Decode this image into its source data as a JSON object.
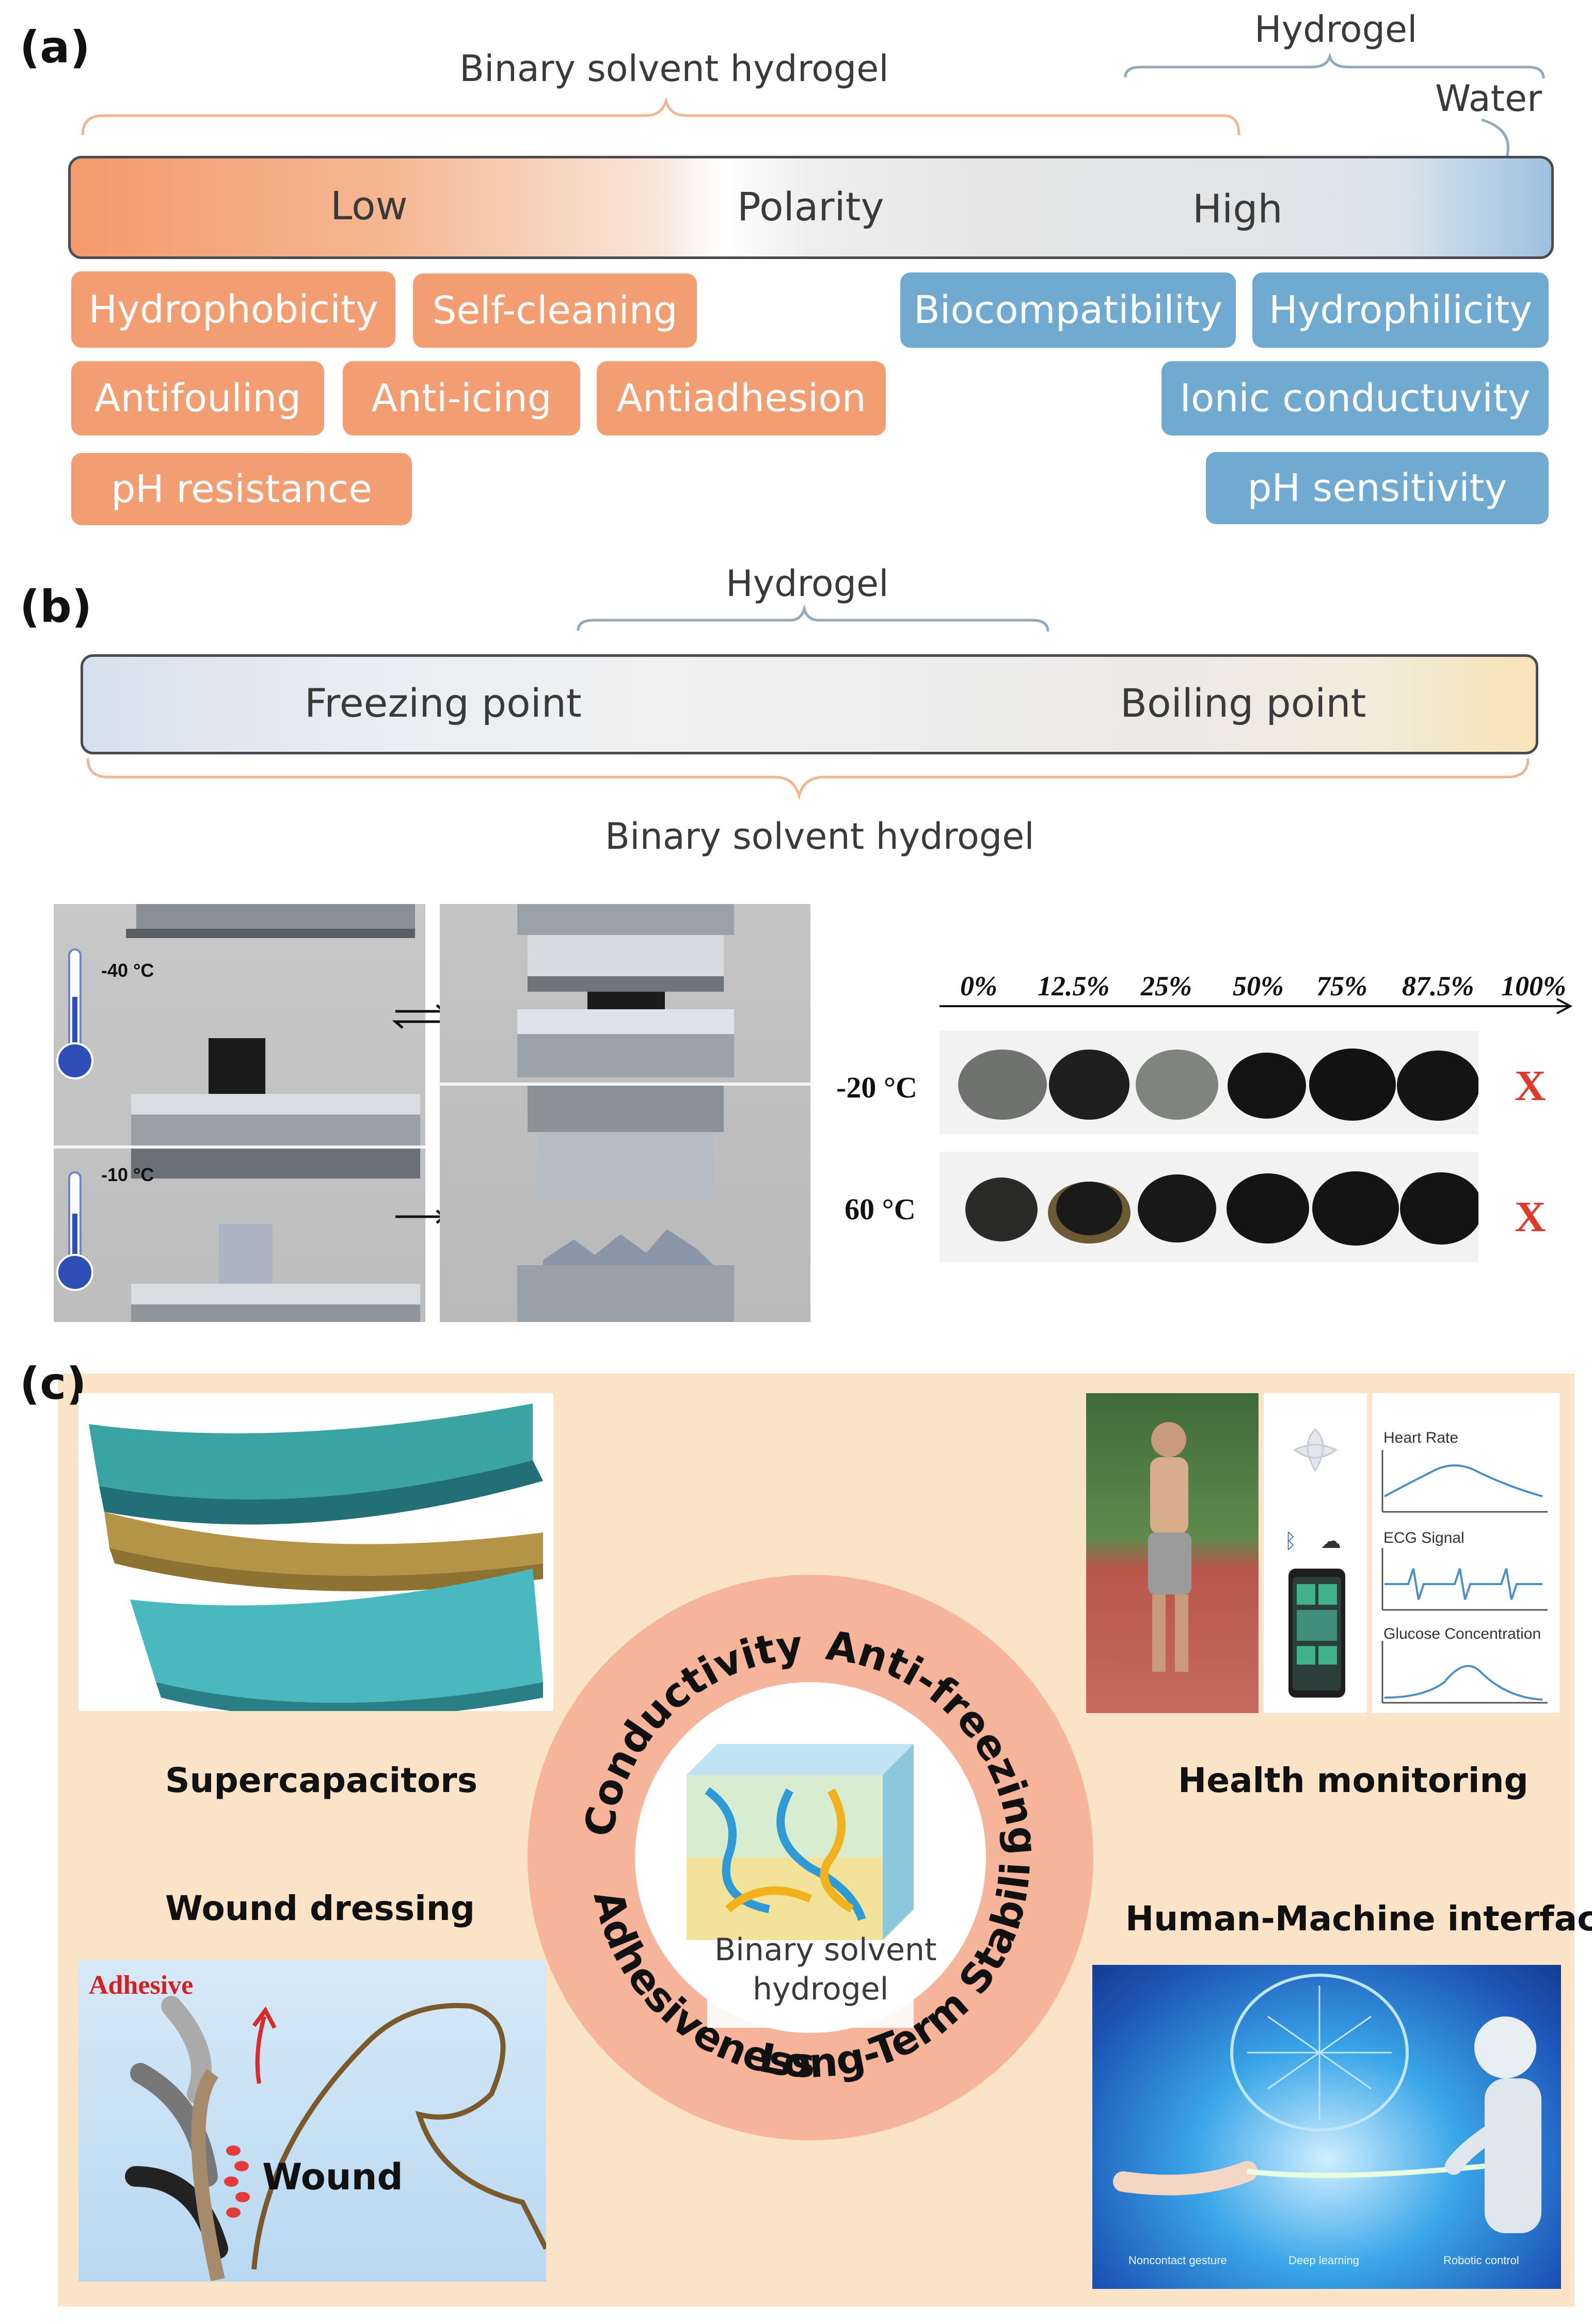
{
  "panel_a": {
    "label": "(a)",
    "binary_bracket_label": "Binary solvent hydrogel",
    "hydrogel_bracket_label": "Hydrogel",
    "water_label": "Water",
    "bar": {
      "low": "Low",
      "middle": "Polarity",
      "high": "High"
    },
    "low_polarity_properties": [
      "Hydrophobicity",
      "Self-cleaning",
      "Antifouling",
      "Anti-icing",
      "Antiadhesion",
      "pH resistance"
    ],
    "high_polarity_properties": [
      "Biocompatibility",
      "Hydrophilicity",
      "Ionic conductuvity",
      "pH sensitivity"
    ],
    "colors": {
      "orange": "#f39b6d",
      "blue": "#6ba7cf"
    }
  },
  "panel_b": {
    "label": "(b)",
    "hydrogel_bracket_label": "Hydrogel",
    "binary_bracket_label": "Binary solvent hydrogel",
    "bar": {
      "left": "Freezing point",
      "right": "Boiling point"
    },
    "compression_photos": {
      "top_temp": "-40 °C",
      "bottom_temp": "-10 °C"
    },
    "ratio_grid": {
      "percentages": [
        "0%",
        "12.5%",
        "25%",
        "50%",
        "75%",
        "87.5%",
        "100%"
      ],
      "rows": [
        {
          "temp": "-20 °C",
          "result_100": "X"
        },
        {
          "temp": "60 °C",
          "result_100": "X"
        }
      ]
    }
  },
  "panel_c": {
    "label": "(c)",
    "ring_labels": [
      "Conductivity",
      "Anti-freezing",
      "Long-Term Stability",
      "Adhesiveness"
    ],
    "center_label_line1": "Binary solvent",
    "center_label_line2": "hydrogel",
    "applications": {
      "top_left": "Supercapacitors",
      "bottom_left": "Wound dressing",
      "top_right": "Health monitoring",
      "bottom_right": "Human-Machine interface"
    },
    "wound_image": {
      "adhesive": "Adhesive",
      "wound": "Wound"
    },
    "health_charts": [
      "Heart Rate",
      "ECG Signal",
      "Glucose Concentration"
    ],
    "hmi_captions": [
      "Noncontact gesture",
      "Deep learning",
      "Robotic control"
    ],
    "colors": {
      "background": "#fbe3c7",
      "ring": "#f6b49a"
    }
  }
}
